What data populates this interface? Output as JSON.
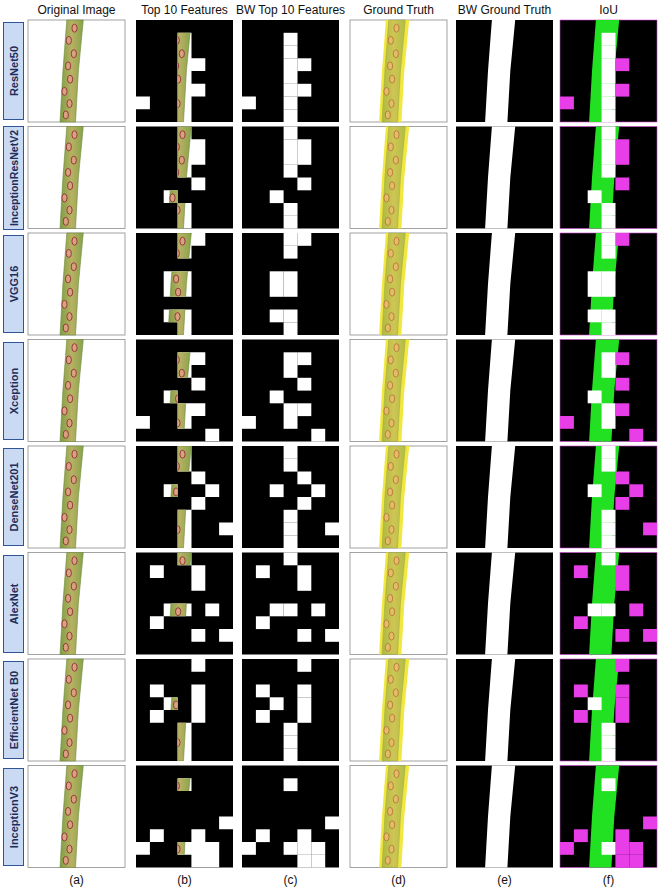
{
  "diagram": {
    "nodes": [
      {
        "text": [
          "ResNet50"
        ]
      },
      {
        "text": [
          "InceptionResNetV2"
        ]
      },
      {
        "text": [
          "VGG16"
        ]
      },
      {
        "text": [
          "Xception"
        ]
      },
      {
        "text": [
          "DenseNet201"
        ]
      },
      {
        "text": [
          "AlexNet"
        ]
      },
      {
        "text": [
          "EfficientNet B0"
        ]
      },
      {
        "text": [
          "InceptionV3"
        ]
      }
    ],
    "edges": [],
    "labels": [
      "Original Image",
      "Top 10 Features",
      "BW Top 10 Features",
      "Ground Truth",
      "BW Ground Truth",
      "IoU",
      "(a)",
      "(b)",
      "(c)",
      "(d)",
      "(e)",
      "(f)"
    ]
  }
}
